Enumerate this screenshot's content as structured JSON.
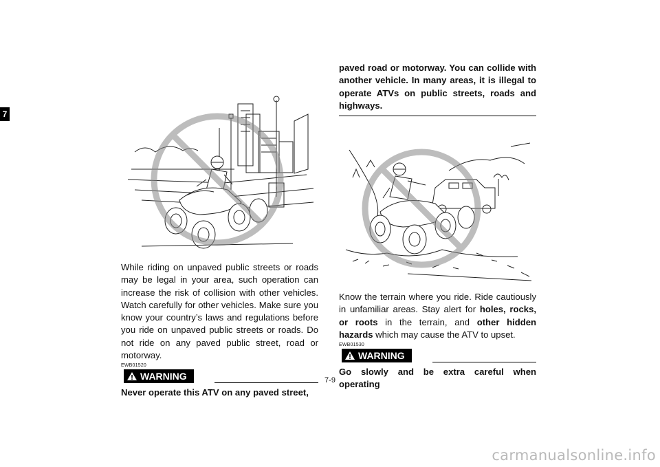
{
  "chapter_tab": "7",
  "left_column": {
    "paragraph": "While riding on unpaved public streets or roads may be legal in your area, such operation can increase the risk of collision with other vehicles. Watch carefully for other vehicles. Make sure you know your country’s laws and regulations before you ride on unpaved public streets or roads. Do not ride on any paved public street, road or motorway.",
    "warning_code": "EWB01520",
    "warning_label": "WARNING",
    "warning_text": "Never operate this ATV on any paved street,"
  },
  "right_column": {
    "continued_text": "paved road or motorway. You can collide with another vehicle. In many areas, it is illegal to operate ATVs on public streets, roads and highways.",
    "paragraph_parts": {
      "p1": "Know the terrain where you ride. Ride cautiously in unfamiliar areas. Stay alert for ",
      "b1": "holes, rocks, or roots",
      "p2": " in the terrain, and ",
      "b2": "other hidden hazards",
      "p3": " which may cause the ATV to upset."
    },
    "warning_code": "EWB01530",
    "warning_label": "WARNING",
    "warning_text": "Go slowly and be extra careful when operating"
  },
  "page_number": "7-9",
  "watermark": "carmanualsonline.info"
}
